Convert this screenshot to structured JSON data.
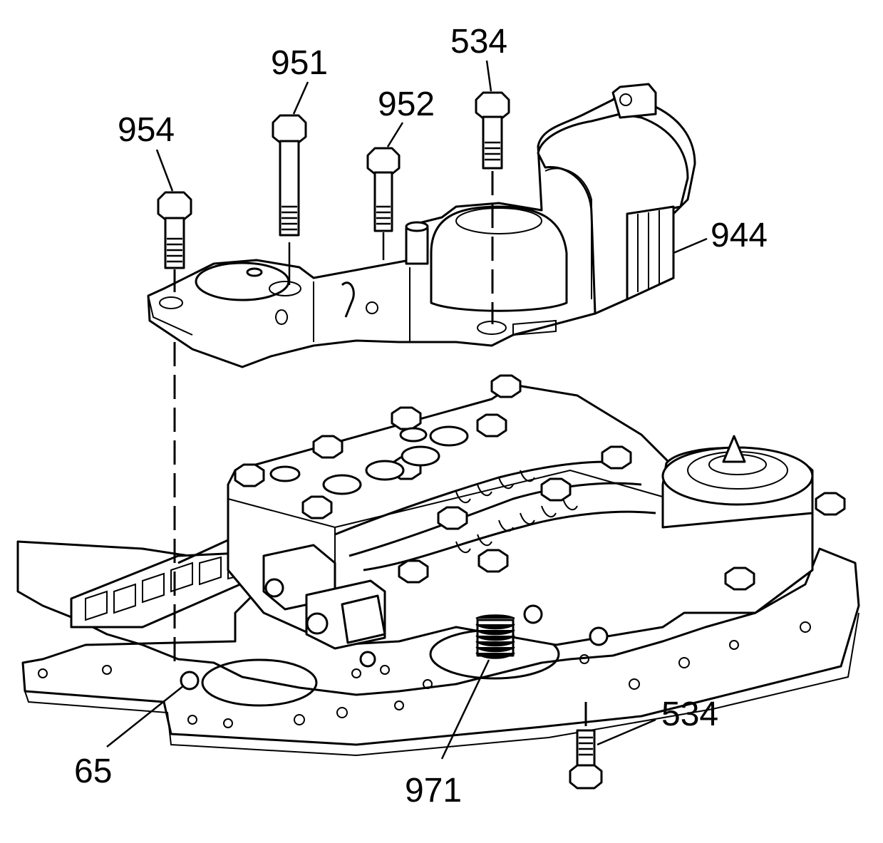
{
  "callouts": {
    "c954": "954",
    "c951": "951",
    "c952": "952",
    "c534_top": "534",
    "c944": "944",
    "c65": "65",
    "c971": "971",
    "c534_bottom": "534"
  }
}
